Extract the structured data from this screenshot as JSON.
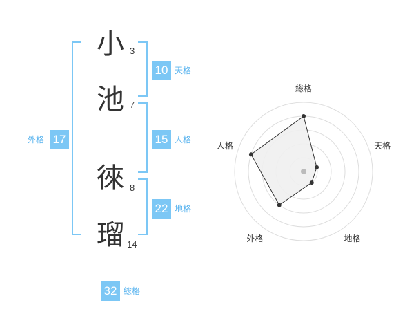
{
  "name": {
    "characters": [
      {
        "char": "小",
        "strokes": "3"
      },
      {
        "char": "池",
        "strokes": "7"
      },
      {
        "char": "徠",
        "strokes": "8"
      },
      {
        "char": "瑠",
        "strokes": "14"
      }
    ]
  },
  "scores": {
    "tenkaku": {
      "value": "10",
      "label": "天格"
    },
    "jinkaku": {
      "value": "15",
      "label": "人格"
    },
    "chikaku": {
      "value": "22",
      "label": "地格"
    },
    "gaikaku": {
      "value": "17",
      "label": "外格"
    },
    "soukaku": {
      "value": "32",
      "label": "総格"
    }
  },
  "chart_data": {
    "type": "radar",
    "axes": [
      "総格",
      "天格",
      "地格",
      "外格",
      "人格"
    ],
    "values": [
      4,
      1,
      1,
      3,
      4
    ],
    "max": 5,
    "colors": {
      "fill": "#f0f0f0",
      "stroke": "#333333",
      "ring": "#dddddd",
      "point": "#333333",
      "center": "#bbbbbb"
    }
  }
}
